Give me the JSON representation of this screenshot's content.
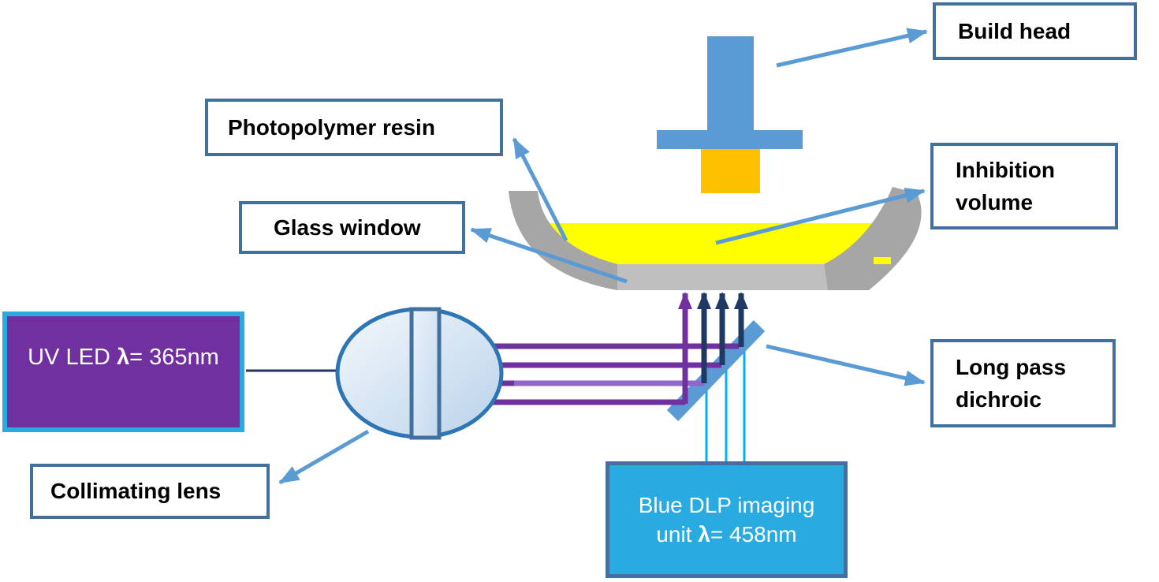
{
  "labels": {
    "build_head": "Build head",
    "photopolymer_resin": "Photopolymer resin",
    "glass_window": "Glass window",
    "inhibition_volume": {
      "line1": "Inhibition",
      "line2": "volume"
    },
    "long_pass_dichroic": {
      "line1": "Long pass",
      "line2": "dichroic"
    },
    "collimating_lens": "Collimating lens",
    "uv_led": {
      "pre": "UV LED ",
      "lambda": "λ",
      "post": "= 365nm"
    },
    "blue_dlp": {
      "line1": "Blue DLP imaging",
      "line2_pre": "unit ",
      "lambda": "λ",
      "line2_post": "= 458nm"
    }
  },
  "colors": {
    "pointer_arrow_blue": "#5B9BD5",
    "label_box_border": "#41719C",
    "build_head_blue": "#5B9BD5",
    "printed_part_orange": "#FFC000",
    "resin_yellow": "#FFFF00",
    "vat_wall_gray": "#A6A6A6",
    "glass_window_gray": "#BFBFBF",
    "uv_purple": "#7030A0",
    "uv_beam_light_purple": "#9066C8",
    "combined_beam_navy": "#1F3864",
    "blue_beam_cyan": "#00B0F0",
    "dlp_box_cyan": "#29ABE2",
    "lens_fill_light_blue": "#D8E6F4",
    "lens_border_blue": "#2E75B6"
  }
}
